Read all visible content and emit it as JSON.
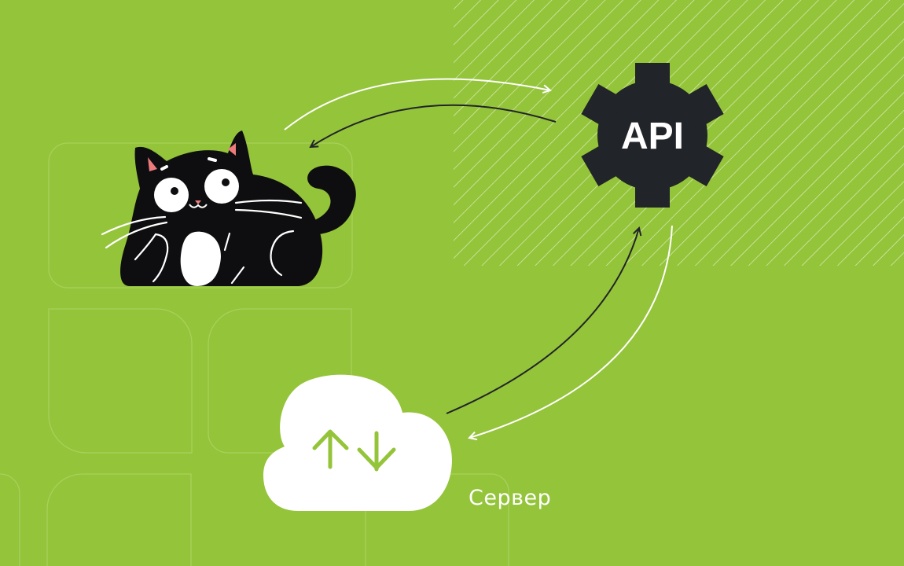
{
  "gear": {
    "label": "API",
    "icon": "gear-icon"
  },
  "server": {
    "label": "Сервер",
    "icon": "cloud-upload-download-icon"
  },
  "client": {
    "icon": "cat-illustration"
  },
  "colors": {
    "background": "#94c43a",
    "dark": "#212428",
    "white": "#ffffff",
    "cat": "#0e0e10",
    "ear": "#ee7b7b"
  }
}
